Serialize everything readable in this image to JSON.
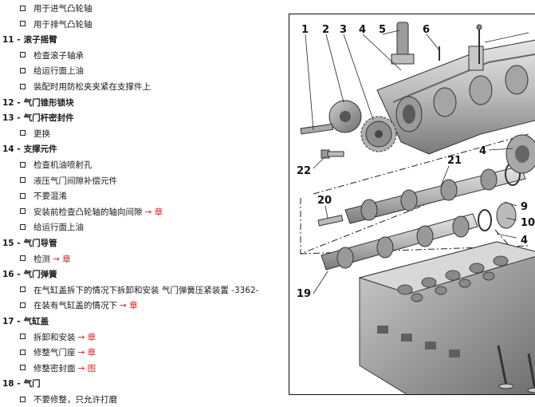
{
  "list": [
    {
      "kind": "bullet",
      "text": "用于进气凸轮轴"
    },
    {
      "kind": "bullet",
      "text": "用于排气凸轮轴"
    },
    {
      "kind": "head",
      "num": "11 -",
      "text": "滚子摇臂"
    },
    {
      "kind": "bullet",
      "text": "检查滚子轴承"
    },
    {
      "kind": "bullet",
      "text": "给运行面上油"
    },
    {
      "kind": "bullet",
      "text": "装配时用防松夹夹紧在支撑件上"
    },
    {
      "kind": "head",
      "num": "12 -",
      "text": "气门锥形锁块"
    },
    {
      "kind": "head",
      "num": "13 -",
      "text": "气门杆密封件"
    },
    {
      "kind": "bullet",
      "text": "更换"
    },
    {
      "kind": "head",
      "num": "14 -",
      "text": "支撑元件"
    },
    {
      "kind": "bullet",
      "text": "检查机油喷射孔"
    },
    {
      "kind": "bullet",
      "text": "液压气门间隙补偿元件"
    },
    {
      "kind": "bullet",
      "text": "不要混淆"
    },
    {
      "kind": "bullet",
      "text": "安装前检查凸轮轴的轴向间隙",
      "link": "→ 章"
    },
    {
      "kind": "bullet",
      "text": "给运行面上油"
    },
    {
      "kind": "head",
      "num": "15 -",
      "text": "气门导管"
    },
    {
      "kind": "bullet",
      "text": "检测",
      "link": "→ 章"
    },
    {
      "kind": "head",
      "num": "16 -",
      "text": "气门弹簧"
    },
    {
      "kind": "bullet",
      "text": "在气缸盖拆下的情况下拆卸和安装 气门弹簧压紧装置 -3362-"
    },
    {
      "kind": "bullet",
      "text": "在装有气缸盖的情况下",
      "link": "→ 章"
    },
    {
      "kind": "head",
      "num": "17 -",
      "text": "气缸盖"
    },
    {
      "kind": "bullet",
      "text": "拆卸和安装",
      "link": "→ 章"
    },
    {
      "kind": "bullet",
      "text": "修整气门座",
      "link": "→ 章"
    },
    {
      "kind": "bullet",
      "text": "修整密封面",
      "link": "→ 图"
    },
    {
      "kind": "head",
      "num": "18 -",
      "text": "气门"
    },
    {
      "kind": "bullet",
      "text": "不要修整，只允许打磨"
    }
  ],
  "figure": {
    "callouts": [
      "1",
      "2",
      "3",
      "4",
      "5",
      "6",
      "4",
      "21",
      "22",
      "20",
      "9",
      "10",
      "4",
      "19"
    ]
  }
}
